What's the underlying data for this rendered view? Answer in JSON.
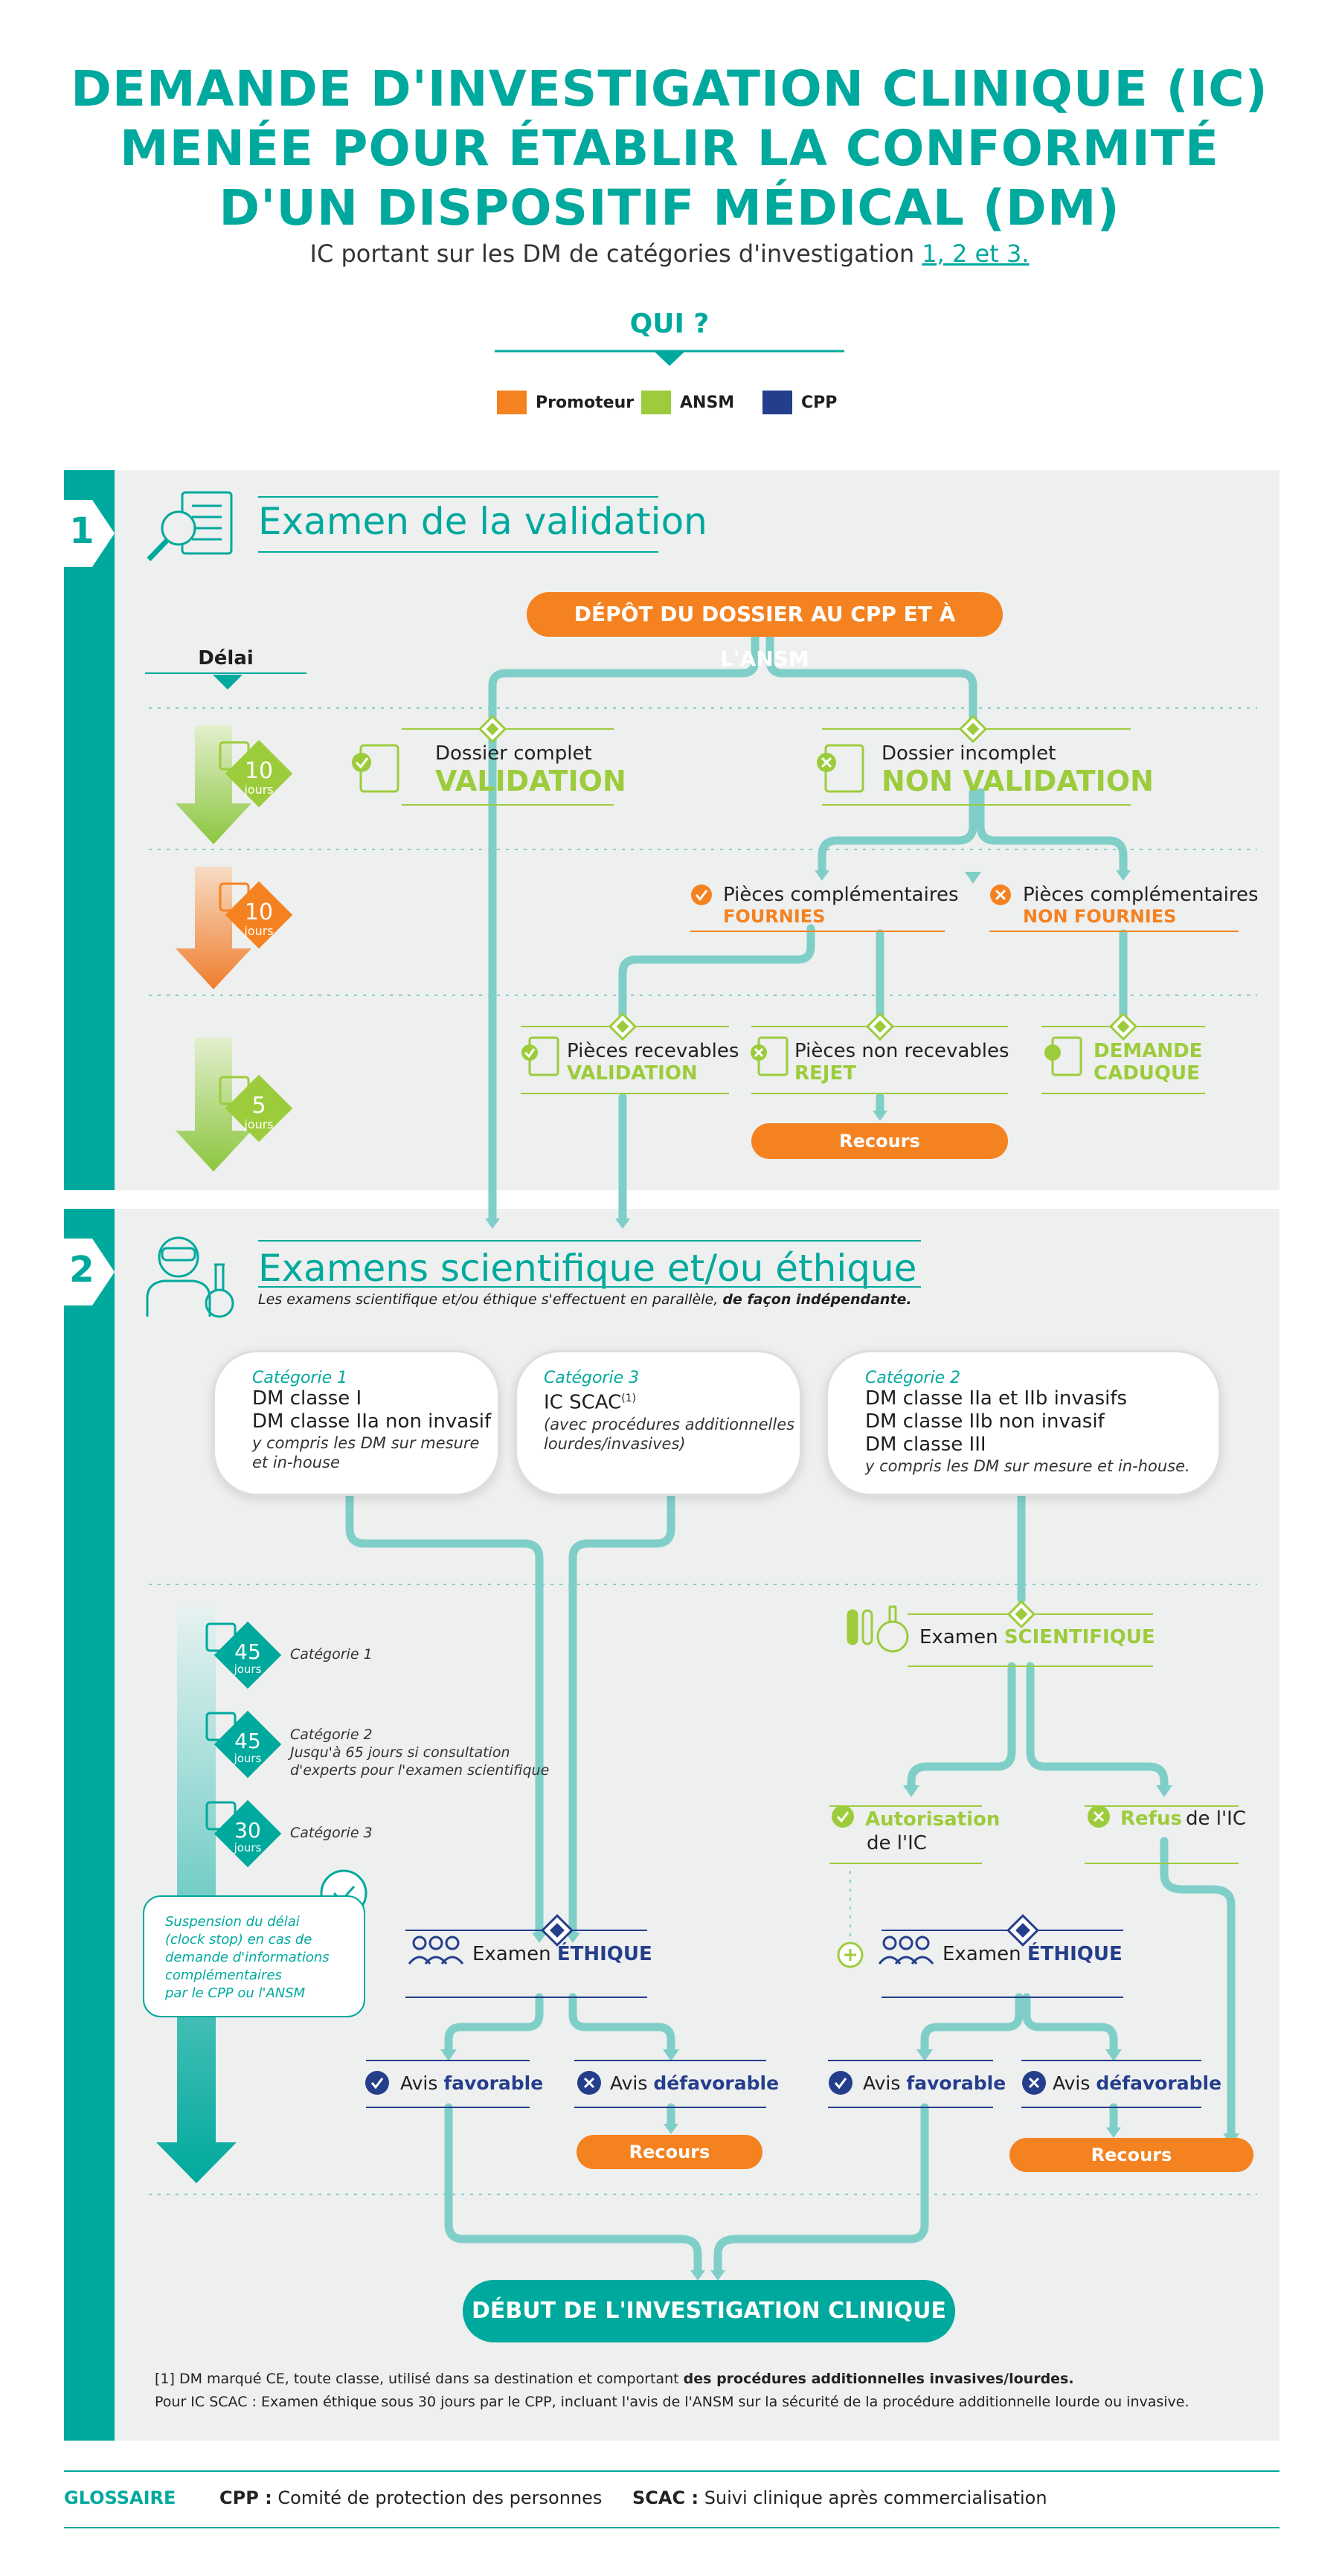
{
  "header": {
    "title_lines": [
      "DEMANDE D'INVESTIGATION CLINIQUE (IC)",
      "MENÉE POUR ÉTABLIR LA CONFORMITÉ",
      "D'UN DISPOSITIF MÉDICAL (DM)"
    ],
    "subtitle": "IC portant sur les DM de catégories d'investigation",
    "subtitle_link": "1, 2 et 3.",
    "qui": "QUI ?"
  },
  "legend": [
    {
      "label": "Promoteur",
      "color": "#f58220"
    },
    {
      "label": "ANSM",
      "color": "#9ccc3c"
    },
    {
      "label": "CPP",
      "color": "#253e8c"
    }
  ],
  "colors": {
    "teal": "#00a99d",
    "line": "#7fcfc8",
    "orange": "#f58220",
    "green": "#9ccc3c",
    "navy": "#253e8c"
  },
  "section1": {
    "number": "1",
    "title": "Examen de la validation",
    "delai": "Délai",
    "timers": [
      {
        "value": "10",
        "unit": "jours"
      },
      {
        "value": "10",
        "unit": "jours"
      },
      {
        "value": "5",
        "unit": "jours"
      }
    ],
    "depot": "DÉPÔT DU DOSSIER AU CPP ET À L'ANSM",
    "complet_small": "Dossier complet",
    "complet_big": "VALIDATION",
    "incomplet_small": "Dossier incomplet",
    "incomplet_big": "NON VALIDATION",
    "fournies_small": "Pièces complémentaires",
    "fournies_big": "FOURNIES",
    "nonfournies_small": "Pièces complémentaires",
    "nonfournies_big": "NON FOURNIES",
    "recevables_small": "Pièces recevables",
    "recevables_big": "VALIDATION",
    "nonrecevables_small": "Pièces non recevables",
    "nonrecevables_big": "REJET",
    "caduque_1": "DEMANDE",
    "caduque_2": "CADUQUE",
    "recours": "Recours"
  },
  "section2": {
    "number": "2",
    "title": "Examens scientifique et/ou éthique",
    "desc": "Les examens scientifique et/ou éthique s'effectuent en parallèle,",
    "desc_bold": "de façon indépendante.",
    "cat1": {
      "title": "Catégorie 1",
      "line1": "DM classe I",
      "line2": "DM classe IIa non invasif",
      "ital1": "y compris les DM sur mesure",
      "ital2": "et in-house"
    },
    "cat3": {
      "title": "Catégorie 3",
      "line1": "IC SCAC",
      "sup": "(1)",
      "ital1": "(avec procédures additionnelles",
      "ital2": "lourdes/invasives)"
    },
    "cat2": {
      "title": "Catégorie 2",
      "line1": "DM classe IIa et IIb invasifs",
      "line2": "DM classe IIb non invasif",
      "line3": "DM classe III",
      "ital1": "y compris les DM sur mesure et in-house."
    },
    "timers": [
      {
        "value": "45",
        "unit": "jours",
        "label": "Catégorie 1",
        "note": ""
      },
      {
        "value": "45",
        "unit": "jours",
        "label": "Catégorie 2",
        "note": "Jusqu'à 65 jours si consultation",
        "note2": "d'experts pour l'examen scientifique"
      },
      {
        "value": "30",
        "unit": "jours",
        "label": "Catégorie 3",
        "note": ""
      }
    ],
    "suspension": [
      "Suspension du délai",
      "(clock stop) en cas de",
      "demande d'informations",
      "complémentaires",
      "par le CPP ou l'ANSM"
    ],
    "examen_prefix": "Examen",
    "scientifique": "SCIENTIFIQUE",
    "ethique": "ÉTHIQUE",
    "autorisation_b": "Autorisation",
    "autorisation_2": "de l'IC",
    "refus_b": "Refus",
    "refus_2": "de l'IC",
    "avis": "Avis",
    "favorable": "favorable",
    "defavorable": "défavorable",
    "recours": "Recours",
    "debut": "DÉBUT DE L'INVESTIGATION CLINIQUE",
    "foot1a": "[1] DM marqué CE, toute classe, utilisé dans sa destination et comportant",
    "foot1b": "des procédures additionnelles invasives/lourdes.",
    "foot2": "Pour IC SCAC : Examen éthique sous 30 jours par le CPP, incluant l'avis de l'ANSM sur la sécurité de la procédure additionnelle lourde ou invasive."
  },
  "glossaire": {
    "label": "GLOSSAIRE",
    "cpp_k": "CPP :",
    "cpp_v": "Comité de protection des personnes",
    "scac_k": "SCAC :",
    "scac_v": "Suivi clinique après commercialisation"
  }
}
